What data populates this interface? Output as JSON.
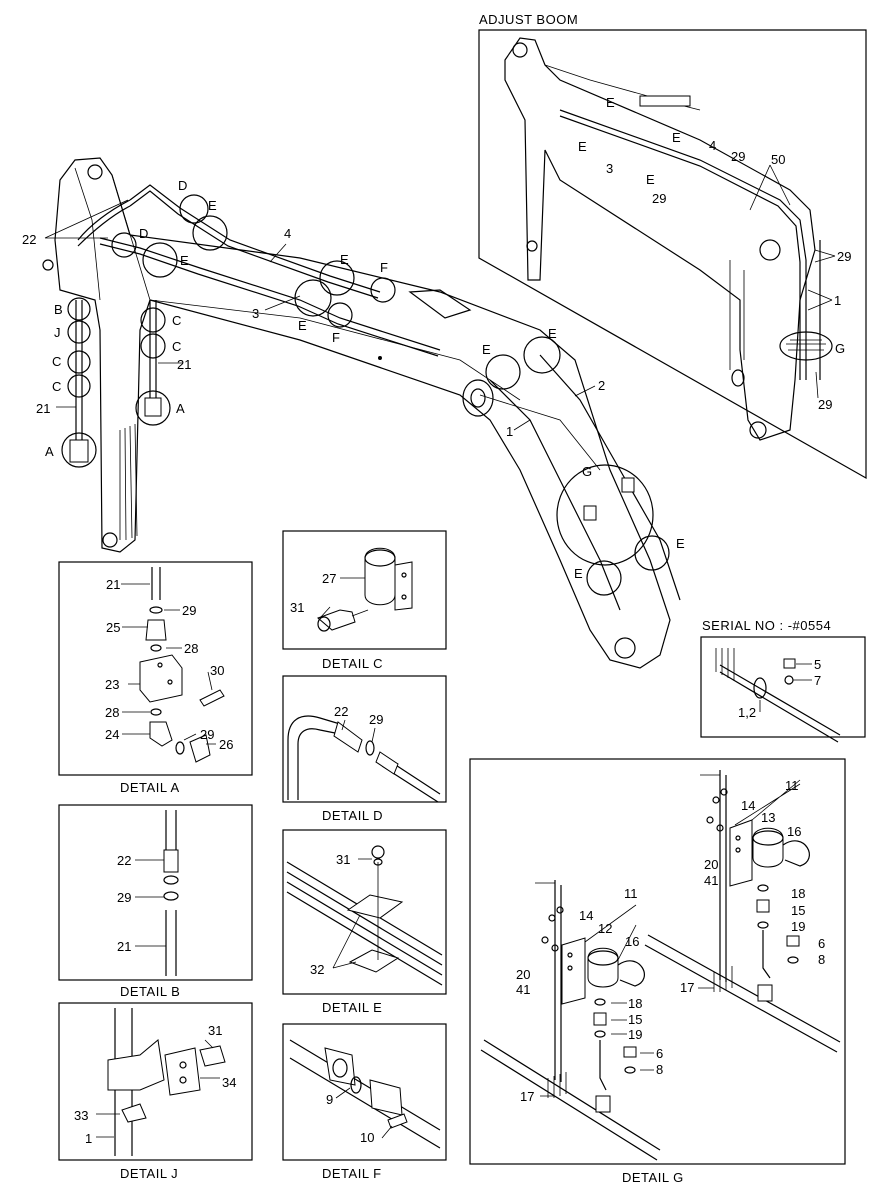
{
  "titles": {
    "adjust_boom": "ADJUST BOOM",
    "serial_no": "SERIAL NO : -#0554"
  },
  "details": {
    "a": "DETAIL  A",
    "b": "DETAIL  B",
    "c": "DETAIL  C",
    "d": "DETAIL  D",
    "e": "DETAIL  E",
    "f": "DETAIL  F",
    "g": "DETAIL  G",
    "j": "DETAIL  J"
  },
  "main_labels": {
    "l22": "22",
    "lD1": "D",
    "lE1": "E",
    "lD2": "D",
    "lE2": "E",
    "l4": "4",
    "lE3": "E",
    "lF1": "F",
    "l3": "3",
    "lE4": "E",
    "lF2": "F",
    "lB": "B",
    "lJ": "J",
    "lC1": "C",
    "lC2": "C",
    "lC3": "C",
    "lC4": "C",
    "l21a": "21",
    "l21b": "21",
    "lA1": "A",
    "lA2": "A",
    "lE5": "E",
    "lE6": "E",
    "l2": "2",
    "l1": "1",
    "lG": "G",
    "lE7": "E",
    "lE8": "E"
  },
  "adjust_labels": {
    "E1": "E",
    "E2": "E",
    "E3": "E",
    "E4": "E",
    "n4": "4",
    "n29a": "29",
    "n3": "3",
    "n29b": "29",
    "n50": "50",
    "n29c": "29",
    "n1": "1",
    "G": "G",
    "n29d": "29"
  },
  "serial_labels": {
    "n5": "5",
    "n7": "7",
    "n12": "1,2"
  },
  "detail_a": {
    "n21": "21",
    "n29": "29",
    "n25": "25",
    "n28a": "28",
    "n30": "30",
    "n23": "23",
    "n28b": "28",
    "n24": "24",
    "n29b": "29",
    "n26": "26"
  },
  "detail_b": {
    "n22": "22",
    "n29": "29",
    "n21": "21"
  },
  "detail_c": {
    "n27": "27",
    "n31": "31"
  },
  "detail_d": {
    "n22": "22",
    "n29": "29"
  },
  "detail_e": {
    "n31": "31",
    "n32": "32"
  },
  "detail_f": {
    "n9": "9",
    "n10": "10"
  },
  "detail_j": {
    "n31": "31",
    "n34": "34",
    "n33": "33",
    "n1": "1"
  },
  "detail_g": {
    "n11a": "11",
    "n14a": "14",
    "n13": "13",
    "n16a": "16",
    "n20a": "20",
    "n41a": "41",
    "n18a": "18",
    "n15a": "15",
    "n19a": "19",
    "n6a": "6",
    "n8a": "8",
    "n17a": "17",
    "n11b": "11",
    "n14b": "14",
    "n12": "12",
    "n16b": "16",
    "n20b": "20",
    "n41b": "41",
    "n18b": "18",
    "n15b": "15",
    "n19b": "19",
    "n6b": "6",
    "n8b": "8",
    "n17b": "17"
  }
}
